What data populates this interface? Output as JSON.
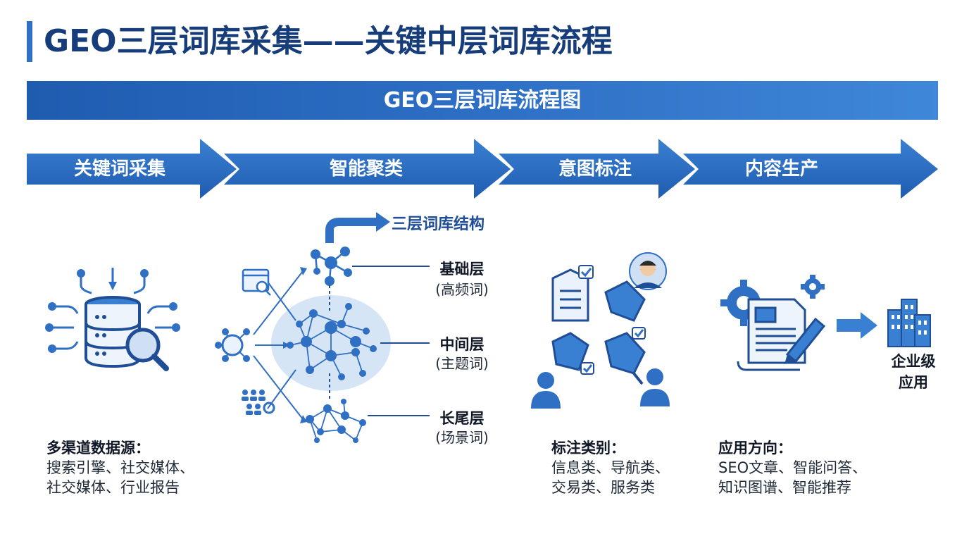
{
  "title": "GEO三层词库采集——关键中层词库流程",
  "banner": "GEO三层词库流程图",
  "steps": [
    {
      "label": "关键词采集"
    },
    {
      "label": "智能聚类"
    },
    {
      "label": "意图标注"
    },
    {
      "label": "内容生产"
    }
  ],
  "structure": {
    "title": "三层词库结构",
    "layers": [
      {
        "name": "基础层",
        "sub": "(高频词)"
      },
      {
        "name": "中间层",
        "sub": "(主题词)"
      },
      {
        "name": "长尾层",
        "sub": "(场景词)"
      }
    ]
  },
  "sources": {
    "head": "多渠道数据源：",
    "lines": [
      "搜索引擎、社交媒体、",
      "社交媒体、行业报告"
    ]
  },
  "annotation": {
    "head": "标注类别：",
    "lines": [
      "信息类、导航类、",
      "交易类、服务类"
    ]
  },
  "application": {
    "head": "应用方向：",
    "lines": [
      "SEO文章、智能问答、",
      "知识图谱、智能推荐"
    ],
    "target": [
      "企业级",
      "应用"
    ]
  },
  "colors": {
    "primary": "#2f6fc4",
    "dark": "#163d7a",
    "light": "#cfe0f5"
  },
  "icons": [
    "database-icon",
    "magnifier-icon",
    "network-icon",
    "tag-icon",
    "user-avatar-icon",
    "document-icon",
    "gear-icon",
    "pencil-icon",
    "building-icon",
    "arrow-right-icon"
  ]
}
